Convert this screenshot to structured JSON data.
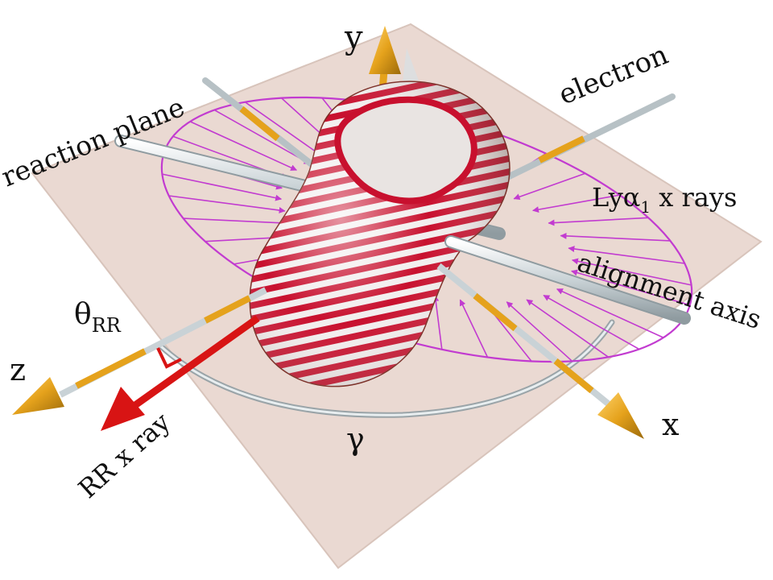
{
  "labels": {
    "y_axis": "y",
    "x_axis": "x",
    "z_axis": "z",
    "electron": "electron",
    "reaction_plane": "reaction plane",
    "lya1_base": "Lyα",
    "lya1_sub": "1",
    "lya1_rest": " x rays",
    "alignment_axis": "alignment axis",
    "theta_base": "θ",
    "theta_sub": "RR",
    "gamma": "γ",
    "rr_xray": "RR x ray"
  },
  "colors": {
    "plane": "#ead9d2",
    "plane_edge": "#d8c4bb",
    "ellipse": "#c23bd0",
    "shell_red": "#c8102e",
    "shell_white": "#f2eeee",
    "axis_gold": "#e5a21c",
    "axis_silver": "#c9d2d6",
    "rr_arrow": "#d81414"
  }
}
